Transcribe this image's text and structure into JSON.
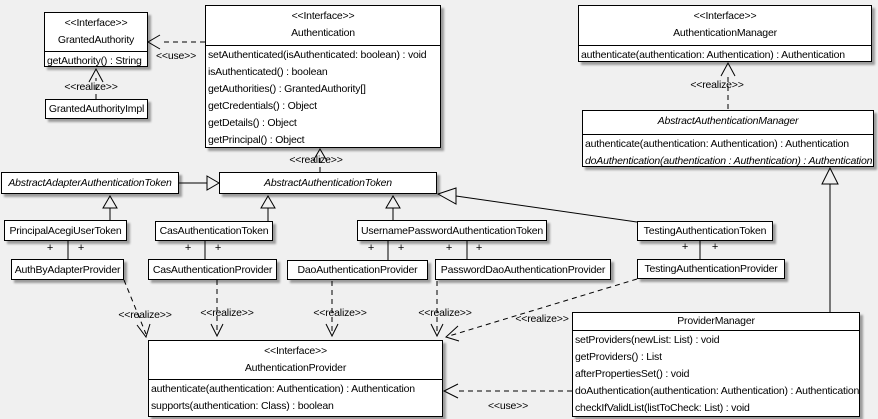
{
  "palette": {
    "background": "#f0f0f0",
    "box_fill": "#ffffff",
    "border": "#000000",
    "shadow": "#5a5a5a"
  },
  "edge_labels": {
    "realize": "<<realize>>",
    "use": "<<use>>",
    "plus": "+"
  },
  "classes": {
    "grantedAuthority": {
      "stereotype": "<<Interface>>",
      "name": "GrantedAuthority",
      "methods": [
        "getAuthority() : String"
      ]
    },
    "grantedAuthorityImpl": {
      "name": "GrantedAuthorityImpl"
    },
    "authentication": {
      "stereotype": "<<Interface>>",
      "name": "Authentication",
      "methods": [
        "setAuthenticated(isAuthenticated: boolean) : void",
        "isAuthenticated() : boolean",
        "getAuthorities() : GrantedAuthority[]",
        "getCredentials() : Object",
        "getDetails() : Object",
        "getPrincipal() : Object"
      ]
    },
    "authenticationManager": {
      "stereotype": "<<Interface>>",
      "name": "AuthenticationManager",
      "methods": [
        "authenticate(authentication: Authentication) : Authentication"
      ]
    },
    "abstractAuthenticationManager": {
      "name": "AbstractAuthenticationManager",
      "methods": [
        "authenticate(authentication: Authentication) : Authentication",
        "doAuthentication(authentication : Authentication) : Authentication"
      ]
    },
    "abstractAdapterAuthenticationToken": {
      "name": "AbstractAdapterAuthenticationToken"
    },
    "abstractAuthenticationToken": {
      "name": "AbstractAuthenticationToken"
    },
    "principalAcegiUserToken": {
      "name": "PrincipalAcegiUserToken"
    },
    "casAuthenticationToken": {
      "name": "CasAuthenticationToken"
    },
    "usernamePasswordAuthenticationToken": {
      "name": "UsernamePasswordAuthenticationToken"
    },
    "testingAuthenticationToken": {
      "name": "TestingAuthenticationToken"
    },
    "authByAdapterProvider": {
      "name": "AuthByAdapterProvider"
    },
    "casAuthenticationProvider": {
      "name": "CasAuthenticationProvider"
    },
    "daoAuthenticationProvider": {
      "name": "DaoAuthenticationProvider"
    },
    "passwordDaoAuthenticationProvider": {
      "name": "PasswordDaoAuthenticationProvider"
    },
    "testingAuthenticationProvider": {
      "name": "TestingAuthenticationProvider"
    },
    "authenticationProvider": {
      "stereotype": "<<Interface>>",
      "name": "AuthenticationProvider",
      "methods": [
        "authenticate(authentication: Authentication) : Authentication",
        "supports(authentication: Class) : boolean"
      ]
    },
    "providerManager": {
      "name": "ProviderManager",
      "methods": [
        "setProviders(newList: List) : void",
        "getProviders() : List",
        "afterPropertiesSet() : void",
        "doAuthentication(authentication: Authentication) : Authentication",
        "checkIfValidList(listToCheck: List) : void"
      ]
    }
  }
}
